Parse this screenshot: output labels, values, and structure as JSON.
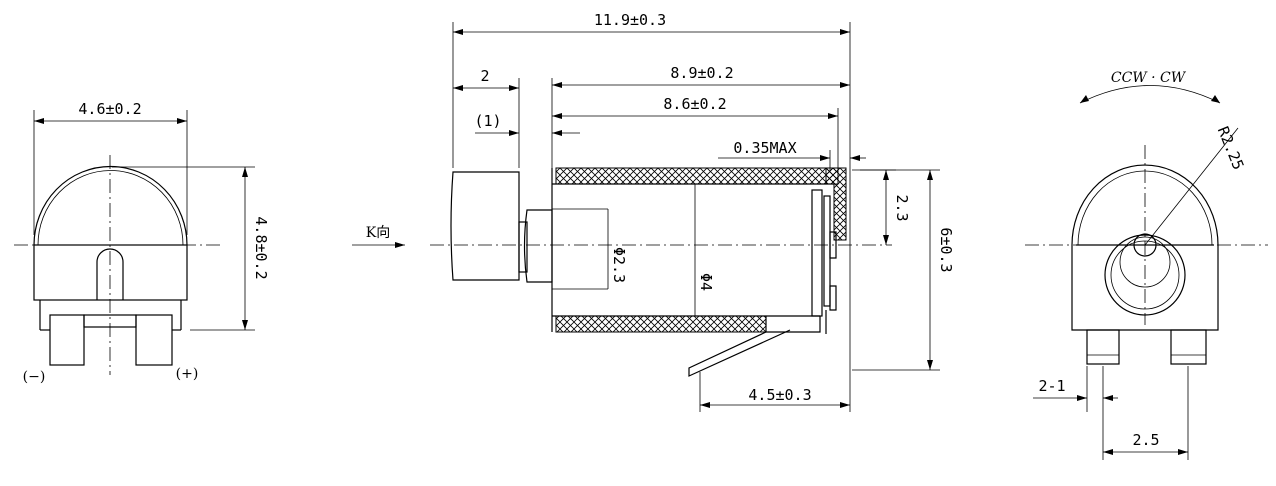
{
  "left_view": {
    "width_dim": "4.6±0.2",
    "height_dim": "4.8±0.2",
    "neg_label": "(−)",
    "pos_label": "(+)"
  },
  "side_view": {
    "overall_length": "11.9±0.3",
    "weight_width": "2",
    "gap": "(1)",
    "body_length": "8.9±0.2",
    "can_length": "8.6±0.2",
    "end_cap": "0.35MAX",
    "shaft_dia": "Φ2.3",
    "body_dia": "Φ4",
    "height": "6±0.3",
    "center_offset": "2.3",
    "terminal_length": "4.5±0.3",
    "view_label": "K向"
  },
  "end_view": {
    "rotation": "CCW · CW",
    "radius": "R2.25",
    "pin_width": "2-1",
    "pin_pitch": "2.5"
  }
}
